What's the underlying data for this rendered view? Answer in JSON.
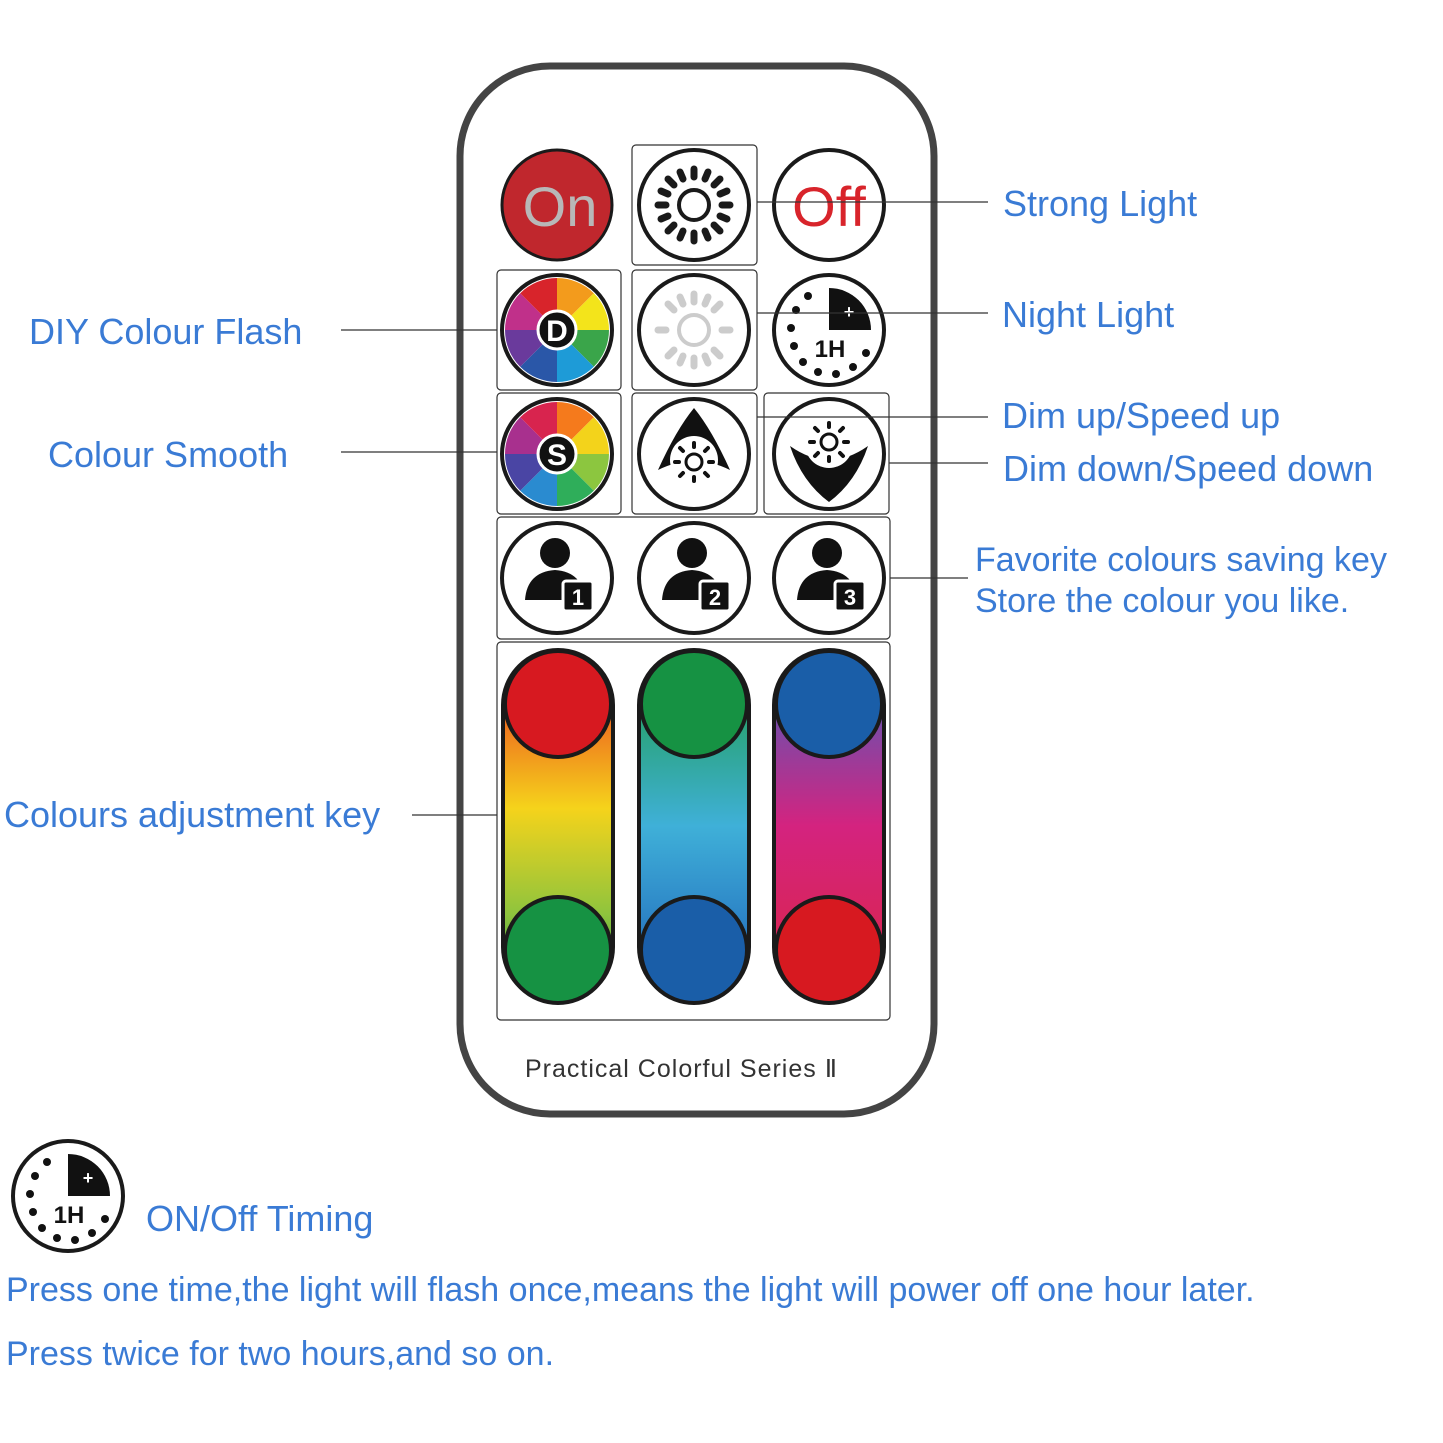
{
  "remote": {
    "series_label": "Practical Colorful Series Ⅱ",
    "buttons": {
      "on_label": "On",
      "off_label": "Off",
      "diy_letter": "D",
      "smooth_letter": "S",
      "timer_label": "1H",
      "timer_plus": "+",
      "favorite_1": "1",
      "favorite_2": "2",
      "favorite_3": "3"
    }
  },
  "callouts": {
    "strong_light": "Strong Light",
    "night_light": "Night Light",
    "dim_up": "Dim up/Speed up",
    "dim_down": "Dim down/Speed down",
    "favorite_line1": "Favorite colours saving key",
    "favorite_line2": "Store the colour you like.",
    "diy_flash": "DIY Colour Flash",
    "colour_smooth": "Colour Smooth",
    "colour_adjust": "Colours adjustment key"
  },
  "timing": {
    "title": "ON/Off Timing",
    "line1": "Press one time,the light will flash once,means the light will power off one hour later.",
    "line2": "Press twice for two hours,and so on."
  },
  "colors": {
    "label_blue": "#3a7bd5",
    "on_red": "#c0272d",
    "off_red": "#d8242b",
    "red": "#d71920",
    "green": "#169243",
    "blue": "#1a5ea8"
  }
}
